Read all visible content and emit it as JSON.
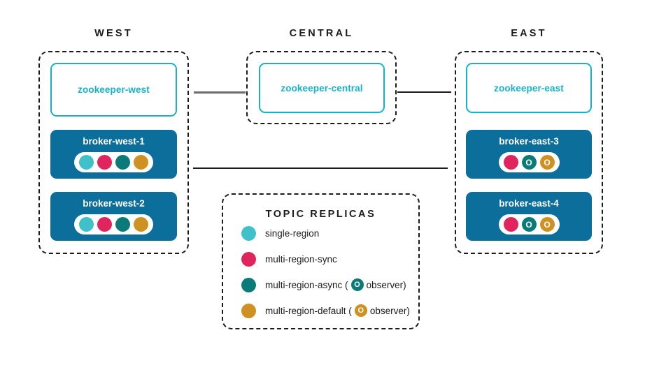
{
  "palette": {
    "single_region": "#3fc1c9",
    "multi_region_sync": "#e0245e",
    "multi_region_async": "#0a7b78",
    "multi_region_default": "#cf9122",
    "broker_fill": "#0b6e9b",
    "zookeeper_border": "#16b3c8",
    "zookeeper_text": "#16b3c8",
    "region_border": "#1b1b1b",
    "connector_gray": "#6b6b6b",
    "connector_dark": "#1b1b1b",
    "text_dark": "#1b1b1b",
    "white": "#ffffff"
  },
  "regions": {
    "west": {
      "title": "WEST",
      "zookeeper": {
        "label": "zookeeper-west"
      },
      "brokers": [
        {
          "label": "broker-west-1",
          "replicas": [
            {
              "type": "single-region",
              "color": "#3fc1c9",
              "glyph": ""
            },
            {
              "type": "multi-region-sync",
              "color": "#e0245e",
              "glyph": ""
            },
            {
              "type": "multi-region-async",
              "color": "#0a7b78",
              "glyph": ""
            },
            {
              "type": "multi-region-default",
              "color": "#cf9122",
              "glyph": ""
            }
          ]
        },
        {
          "label": "broker-west-2",
          "replicas": [
            {
              "type": "single-region",
              "color": "#3fc1c9",
              "glyph": ""
            },
            {
              "type": "multi-region-sync",
              "color": "#e0245e",
              "glyph": ""
            },
            {
              "type": "multi-region-async",
              "color": "#0a7b78",
              "glyph": ""
            },
            {
              "type": "multi-region-default",
              "color": "#cf9122",
              "glyph": ""
            }
          ]
        }
      ]
    },
    "central": {
      "title": "CENTRAL",
      "zookeeper": {
        "label": "zookeeper-central"
      },
      "brokers": []
    },
    "east": {
      "title": "EAST",
      "zookeeper": {
        "label": "zookeeper-east"
      },
      "brokers": [
        {
          "label": "broker-east-3",
          "replicas": [
            {
              "type": "multi-region-sync",
              "color": "#e0245e",
              "glyph": ""
            },
            {
              "type": "multi-region-async-observer",
              "color": "#0a7b78",
              "glyph": "O"
            },
            {
              "type": "multi-region-default-observer",
              "color": "#cf9122",
              "glyph": "O"
            }
          ]
        },
        {
          "label": "broker-east-4",
          "replicas": [
            {
              "type": "multi-region-sync",
              "color": "#e0245e",
              "glyph": ""
            },
            {
              "type": "multi-region-async-observer",
              "color": "#0a7b78",
              "glyph": "O"
            },
            {
              "type": "multi-region-default-observer",
              "color": "#cf9122",
              "glyph": "O"
            }
          ]
        }
      ]
    }
  },
  "connectors": [
    {
      "name": "west-central-zookeeper-link",
      "color": "#6b6b6b"
    },
    {
      "name": "central-east-zookeeper-link",
      "color": "#1b1b1b"
    },
    {
      "name": "west-east-broker-link",
      "color": "#1b1b1b"
    }
  ],
  "legend": {
    "title": "TOPIC REPLICAS",
    "items": [
      {
        "label": "single-region",
        "color": "#3fc1c9",
        "observer": false,
        "prefix": "single-region",
        "suffix": ""
      },
      {
        "label": "multi-region-sync",
        "color": "#e0245e",
        "observer": false,
        "prefix": "multi-region-sync",
        "suffix": ""
      },
      {
        "label": "multi-region-async ( O observer)",
        "color": "#0a7b78",
        "observer": true,
        "prefix": "multi-region-async (",
        "glyph": "O",
        "suffix": "observer)"
      },
      {
        "label": "multi-region-default ( O observer)",
        "color": "#cf9122",
        "observer": true,
        "prefix": "multi-region-default (",
        "glyph": "O",
        "suffix": "observer)"
      }
    ]
  }
}
